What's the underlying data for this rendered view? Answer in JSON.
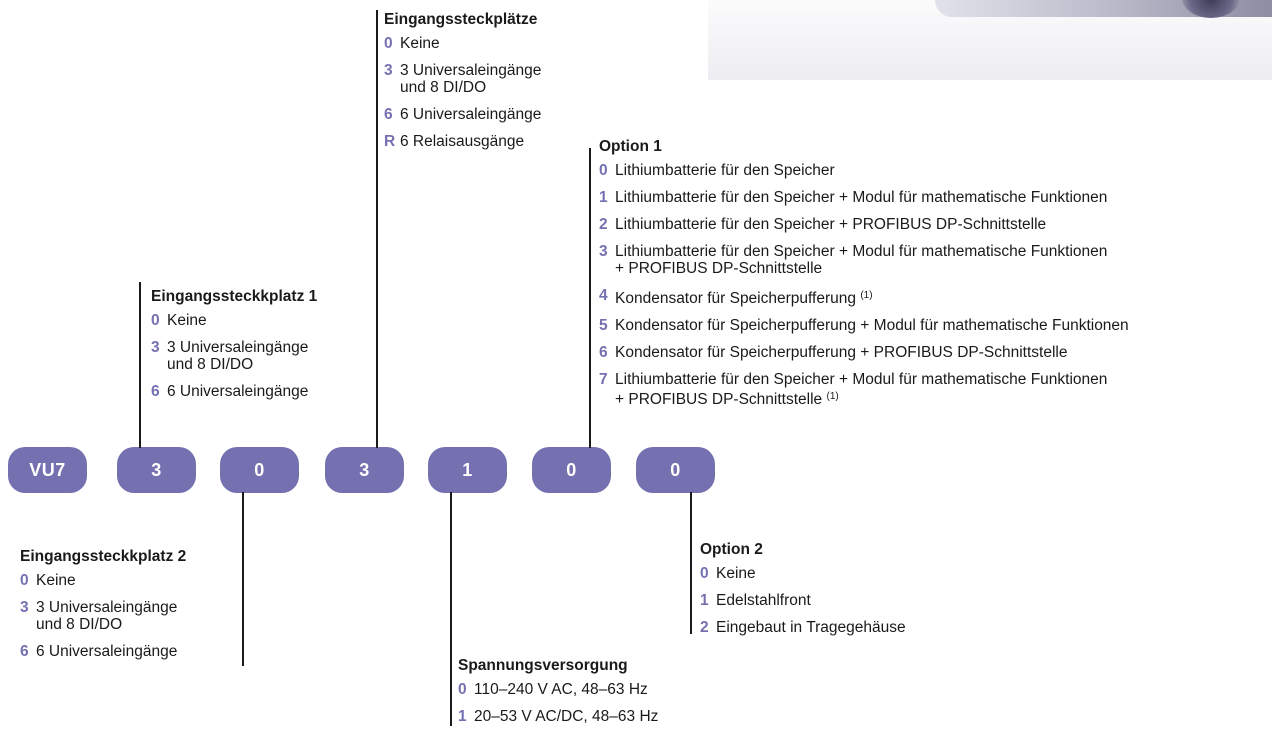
{
  "codes": [
    "VU7",
    "3",
    "0",
    "3",
    "1",
    "0",
    "0"
  ],
  "sections": {
    "slot1": {
      "title": "Eingangssteckkplatz 1",
      "options": [
        {
          "code": "0",
          "text": "Keine"
        },
        {
          "code": "3",
          "text": "3 Universaleingänge\nund 8 DI/DO"
        },
        {
          "code": "6",
          "text": "6 Universaleingänge"
        }
      ]
    },
    "slot2": {
      "title": "Eingangssteckkplatz 2",
      "options": [
        {
          "code": "0",
          "text": "Keine"
        },
        {
          "code": "3",
          "text": "3 Universaleingänge\nund 8 DI/DO"
        },
        {
          "code": "6",
          "text": "6 Universaleingänge"
        }
      ]
    },
    "slots": {
      "title": "Eingangssteckplätze",
      "options": [
        {
          "code": "0",
          "text": "Keine"
        },
        {
          "code": "3",
          "text": "3 Universaleingänge\nund 8 DI/DO"
        },
        {
          "code": "6",
          "text": "6 Universaleingänge"
        },
        {
          "code": "R",
          "text": "6 Relaisausgänge"
        }
      ]
    },
    "power": {
      "title": "Spannungsversorgung",
      "options": [
        {
          "code": "0",
          "text": "110–240 V AC, 48–63 Hz"
        },
        {
          "code": "1",
          "text": "20–53 V AC/DC, 48–63 Hz"
        }
      ]
    },
    "option1": {
      "title": "Option 1",
      "options": [
        {
          "code": "0",
          "text": "Lithiumbatterie für den Speicher"
        },
        {
          "code": "1",
          "text": "Lithiumbatterie für den Speicher + Modul für mathematische Funktionen"
        },
        {
          "code": "2",
          "text": "Lithiumbatterie für den Speicher + PROFIBUS DP-Schnittstelle"
        },
        {
          "code": "3",
          "text": "Lithiumbatterie für den Speicher + Modul für mathematische Funktionen\n+ PROFIBUS DP-Schnittstelle"
        },
        {
          "code": "4",
          "text": "Kondensator für Speicherpufferung",
          "note": "(1)"
        },
        {
          "code": "5",
          "text": "Kondensator für Speicherpufferung + Modul für mathematische Funktionen"
        },
        {
          "code": "6",
          "text": "Kondensator für Speicherpufferung + PROFIBUS DP-Schnittstelle"
        },
        {
          "code": "7",
          "text": "Lithiumbatterie für den Speicher + Modul für mathematische Funktionen\n+ PROFIBUS DP-Schnittstelle",
          "note": "(1)"
        }
      ]
    },
    "option2": {
      "title": "Option 2",
      "options": [
        {
          "code": "0",
          "text": "Keine"
        },
        {
          "code": "1",
          "text": "Edelstahlfront"
        },
        {
          "code": "2",
          "text": "Eingebaut in Tragegehäuse"
        }
      ]
    }
  },
  "colors": {
    "accent": "#7571b1",
    "line": "#1a1a1a"
  }
}
